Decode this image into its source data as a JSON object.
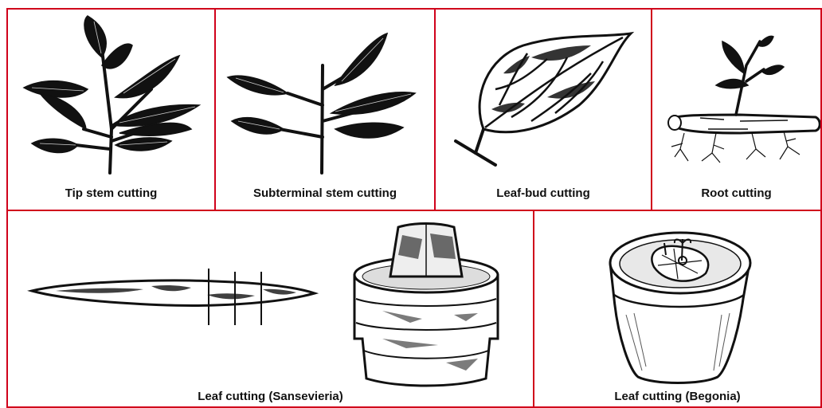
{
  "panels": {
    "tip_stem": {
      "caption": "Tip stem cutting"
    },
    "subterminal_stem": {
      "caption": "Subterminal stem cutting"
    },
    "leaf_bud": {
      "caption": "Leaf-bud cutting"
    },
    "root": {
      "caption": "Root cutting"
    },
    "sansevieria": {
      "caption": "Leaf cutting (Sansevieria)"
    },
    "begonia": {
      "caption": "Leaf cutting (Begonia)"
    }
  },
  "colors": {
    "border": "#d0021b",
    "ink": "#111111",
    "background": "#ffffff"
  }
}
